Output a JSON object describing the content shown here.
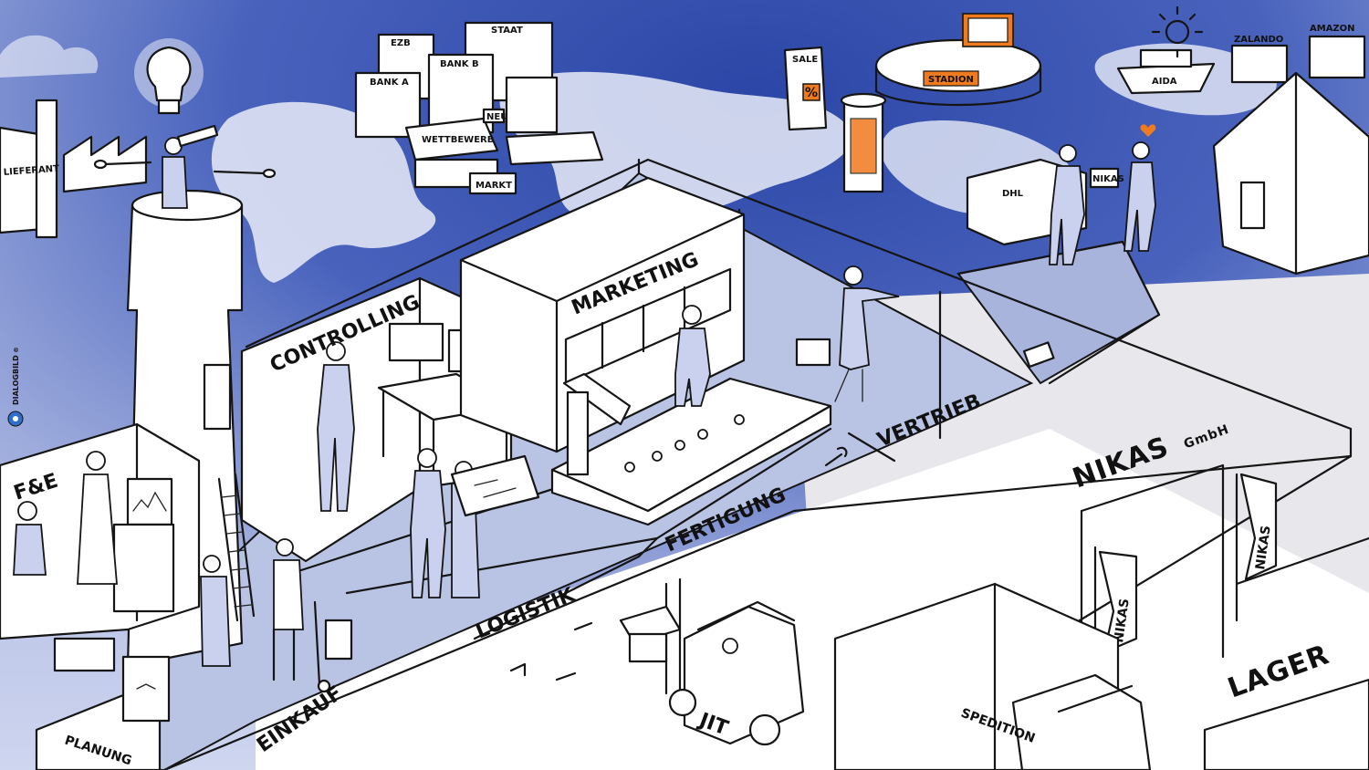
{
  "brand": {
    "name": "DIALOGBILD",
    "mark": "®"
  },
  "departments": {
    "fe": "F&E",
    "controlling": "CONTROLLING",
    "marketing": "MARKETING",
    "planung": "PLANUNG",
    "einkauf": "EINKAUF",
    "logistik": "LOGISTIK",
    "fertigung": "FERTIGUNG",
    "vertrieb": "VERTRIEB",
    "lager": "LAGER"
  },
  "company": {
    "name": "NIKAS",
    "suffix": "GmbH"
  },
  "vehicles": {
    "forklift": "JIT",
    "truck": "SPEDITION",
    "van": "DHL",
    "parcel": "NIKAS"
  },
  "flags": [
    "NIKAS",
    "NIKAS"
  ],
  "world": {
    "supplier": "LIEFERANT",
    "ezb": "EZB",
    "staat": "STAAT",
    "bank_a": "BANK A",
    "bank_b": "BANK B",
    "wettbewerb": "WETTBEWERB",
    "neu": "NEU",
    "markt": "MARKT",
    "sale": "SALE",
    "percent": "%",
    "stadion": "STADION",
    "aida": "AIDA",
    "zalando": "ZALANDO",
    "amazon": "AMAZON"
  },
  "colors": {
    "sky_dark": "#2f49a8",
    "sky_light": "#d8def3",
    "floor": "#b9c3e3",
    "accent_orange": "#f07a1e",
    "ink": "#151515"
  },
  "icons": [
    "light-bulb-icon",
    "wrench-icon",
    "sun-icon",
    "heart-icon",
    "shoe-icon",
    "eye-logo-icon"
  ]
}
